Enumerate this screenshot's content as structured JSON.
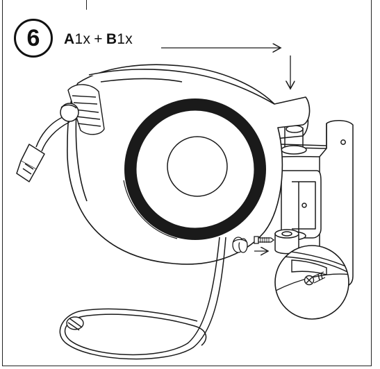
{
  "step": {
    "number": "6"
  },
  "parts": [
    {
      "key": "A",
      "qty": "1x"
    },
    {
      "key": "B",
      "qty": "1x"
    }
  ],
  "separator": "+",
  "colors": {
    "line": "#1a1a1a",
    "fill": "#ffffff",
    "ring": "#1a1a1a"
  }
}
